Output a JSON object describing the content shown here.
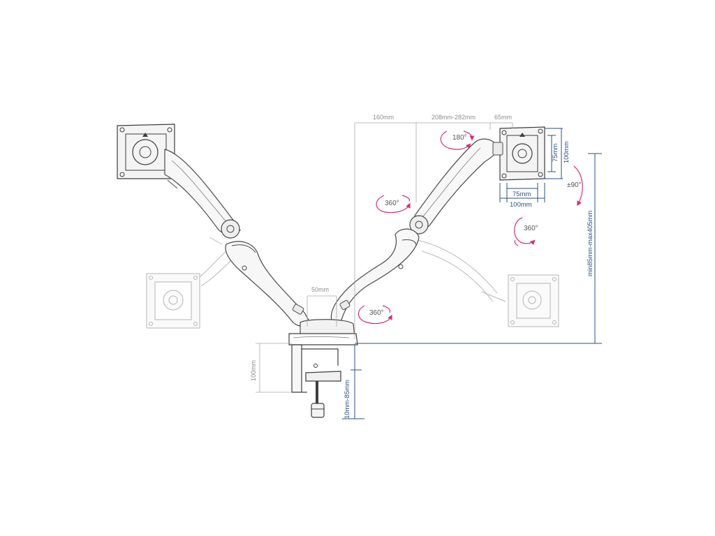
{
  "dimensions": {
    "reach_1": "160mm",
    "reach_2": "208mm-282mm",
    "reach_3": "65mm",
    "vesa_small_vertical": "75mm",
    "vesa_large_vertical": "100mm",
    "vesa_small_horizontal": "75mm",
    "vesa_large_horizontal": "100mm",
    "pole_spacing": "50mm",
    "clamp_height": "100mm",
    "desk_thickness": "10mm-85mm",
    "height_range": "min85mm-max405mm"
  },
  "rotations": {
    "plate_rotation": "180°",
    "tilt": "±90°",
    "arm_swivel_upper": "360°",
    "arm_swivel_lower": "360°",
    "plate_swivel": "360°"
  },
  "colors": {
    "line_drawing": "#4a4a4a",
    "ghost_drawing": "#b9b9b9",
    "dimension_gray": "#8e8e8e",
    "dimension_navy": "#2d4f7f",
    "rotation_arrow": "#d4307f"
  }
}
